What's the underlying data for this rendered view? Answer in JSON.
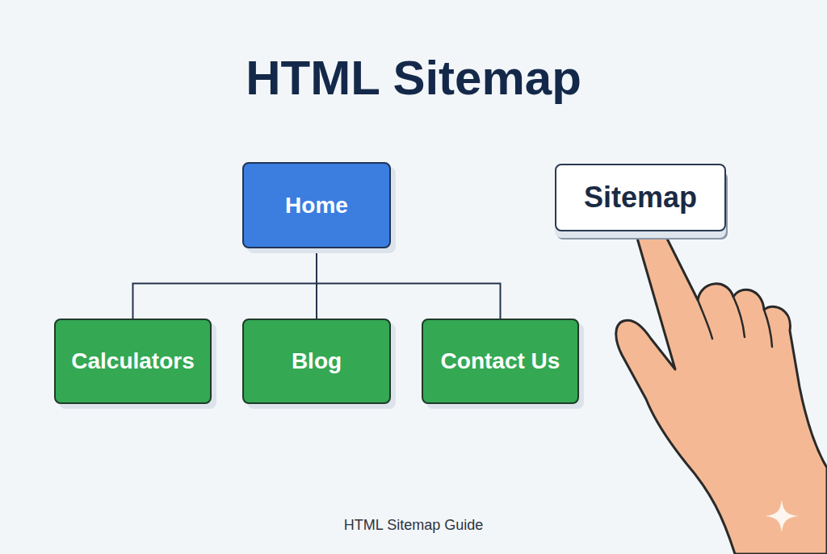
{
  "diagram": {
    "title": "HTML Sitemap",
    "caption": "HTML Sitemap Guide",
    "nodes": [
      {
        "text": [
          "Home"
        ]
      },
      {
        "text": [
          "Calculators"
        ]
      },
      {
        "text": [
          "Blog"
        ]
      },
      {
        "text": [
          "Contact Us"
        ]
      },
      {
        "text": [
          "Sitemap"
        ]
      }
    ],
    "edges": [
      {
        "from": 0,
        "to": 1,
        "arrow": "none"
      },
      {
        "from": 0,
        "to": 2,
        "arrow": "none"
      },
      {
        "from": 0,
        "to": 3,
        "arrow": "none"
      }
    ]
  }
}
